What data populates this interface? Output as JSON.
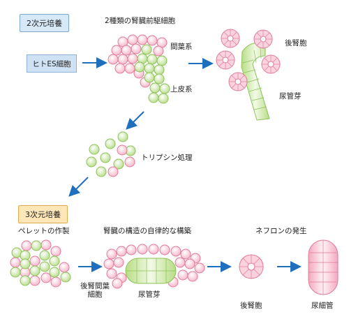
{
  "labels": {
    "culture_2d": "2次元培養",
    "culture_3d": "3次元培養",
    "es_cell": "ヒトES細胞",
    "two_precursors": "2種類の腎臓前駆細胞",
    "mesenchyme": "間葉系",
    "epithelium": "上皮系",
    "metanephros": "後腎胞",
    "ureter_bud": "尿管芽",
    "trypsin": "トリプシン処理",
    "pellet": "ペレットの作製",
    "self_organization": "腎臓の構造の自律的な構築",
    "nephron_dev": "ネフロンの発生",
    "mesenchyme_cell_line1": "後腎間葉",
    "mesenchyme_cell_line2": "細胞",
    "ureter_bud_2": "尿管芽",
    "renal_vesicle": "後腎胞",
    "tubule": "尿細管"
  },
  "colors": {
    "pink_fill": "#fbd3de",
    "pink_stroke": "#e07a98",
    "green_fill": "#cfe9a8",
    "green_stroke": "#8cc05a",
    "arrow": "#1f6fbf",
    "tag_blue": "#d7e8f7",
    "tag_orange": "#fde6b8"
  }
}
